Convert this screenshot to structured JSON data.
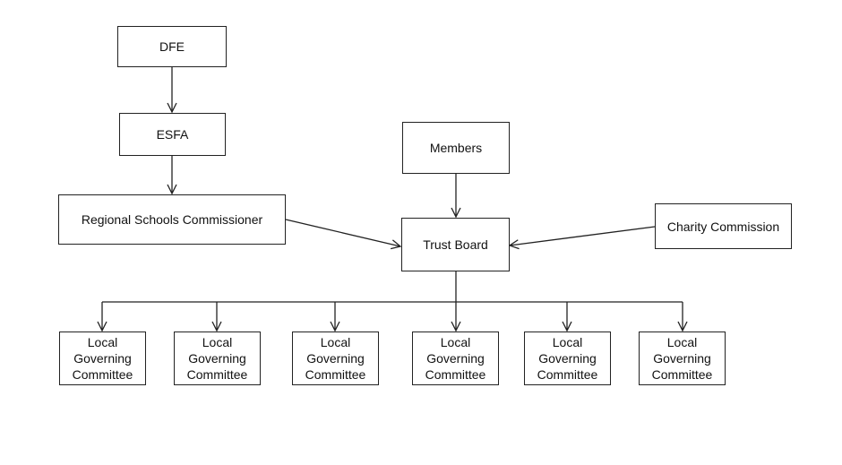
{
  "nodes": {
    "dfe": "DFE",
    "esfa": "ESFA",
    "rsc": "Regional Schools Commissioner",
    "members": "Members",
    "trust_board": "Trust Board",
    "charity_commission": "Charity Commission",
    "lgc": [
      "Local\nGoverning\nCommittee",
      "Local\nGoverning\nCommittee",
      "Local\nGoverning\nCommittee",
      "Local\nGoverning\nCommittee",
      "Local\nGoverning\nCommittee",
      "Local\nGoverning\nCommittee"
    ]
  },
  "edges": [
    {
      "from": "DFE",
      "to": "ESFA"
    },
    {
      "from": "ESFA",
      "to": "Regional Schools Commissioner"
    },
    {
      "from": "Regional Schools Commissioner",
      "to": "Trust Board"
    },
    {
      "from": "Members",
      "to": "Trust Board"
    },
    {
      "from": "Charity Commission",
      "to": "Trust Board"
    },
    {
      "from": "Trust Board",
      "to": "Local Governing Committee",
      "count": 6
    }
  ],
  "colors": {
    "line": "#222222",
    "box_border": "#222222",
    "background": "#ffffff"
  }
}
